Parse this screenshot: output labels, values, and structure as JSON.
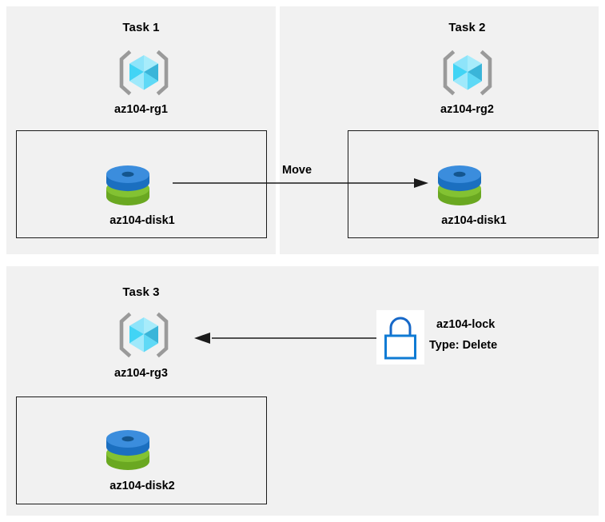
{
  "diagram": {
    "title_type": "azure-resource-diagram",
    "background": "#ffffff",
    "panel_background": "#f1f1f1",
    "accent_blue": "#0f7bd4",
    "accent_green": "#7fbb2e",
    "cube_cyan": "#7fe3fb",
    "bracket_gray": "#9a9a9a",
    "line_color": "#1b1b1b"
  },
  "panels": [
    {
      "id": "task1",
      "title": "Task 1",
      "resource_group": {
        "label": "az104-rg1",
        "icon": "resource-group-icon"
      },
      "resource": {
        "label": "az104-disk1",
        "icon": "managed-disk-icon"
      }
    },
    {
      "id": "task2",
      "title": "Task 2",
      "resource_group": {
        "label": "az104-rg2",
        "icon": "resource-group-icon"
      },
      "resource": {
        "label": "az104-disk1",
        "icon": "managed-disk-icon"
      }
    },
    {
      "id": "task3",
      "title": "Task 3",
      "resource_group": {
        "label": "az104-rg3",
        "icon": "resource-group-icon"
      },
      "resource": {
        "label": "az104-disk2",
        "icon": "managed-disk-icon"
      }
    }
  ],
  "connectors": {
    "move": {
      "label": "Move",
      "direction": "right",
      "from": "az104-disk1 (az104-rg1)",
      "to": "az104-disk1 (az104-rg2)"
    },
    "lock_applied": {
      "label": "",
      "direction": "left",
      "from": "az104-lock",
      "to": "az104-rg3"
    }
  },
  "lock": {
    "icon": "lock-icon",
    "name": "az104-lock",
    "type_line": "Type: Delete"
  }
}
